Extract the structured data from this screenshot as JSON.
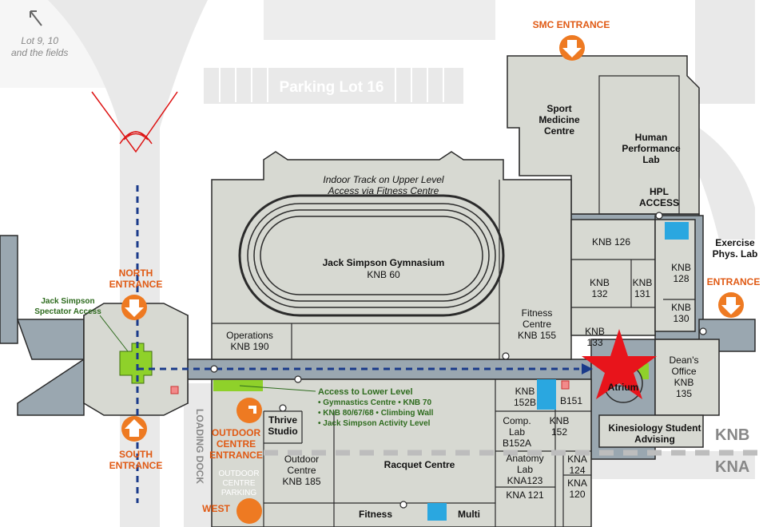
{
  "map": {
    "colors": {
      "building": "#d7d9d2",
      "building_stroke": "#2b2b2b",
      "corridor": "#9aa7b0",
      "road": "#e9e9e9",
      "orange": "#ee7a22",
      "green": "#8fd12a",
      "route": "#1a3a8a",
      "star": "#e8141b",
      "restroom": "#2aa7e0"
    },
    "directions": {
      "lot9": "Lot 9, 10\nand the fields"
    },
    "parking": {
      "lot16": "Parking Lot 16",
      "outdoor_parking": "OUTDOOR\nCENTRE\nPARKING",
      "loading_dock": "LOADING DOCK"
    },
    "entrances": {
      "smc": "SMC ENTRANCE",
      "hpl": "HPL\nACCESS",
      "east": "ENTRANCE",
      "north": "NORTH\nENTRANCE",
      "south": "SOUTH\nENTRANCE",
      "outdoor_centre": "OUTDOOR\nCENTRE\nENTRANCE",
      "west": "WEST"
    },
    "notes": {
      "spectator": "Jack Simpson\nSpectator Access",
      "lower_level_title": "Access to Lower Level",
      "lower_level_items": [
        "• Gymnastics Centre • KNB 70",
        "• KNB 80/67/68 • Climbing Wall",
        "• Jack Simpson Activity Level"
      ],
      "indoor_track": "Indoor Track on Upper Level\nAccess via Fitness Centre"
    },
    "rooms": {
      "sport_med": "Sport\nMedicine\nCentre",
      "hpl_lab": "Human\nPerformance\nLab",
      "gym": "Jack Simpson Gymnasium",
      "gym_num": "KNB 60",
      "operations": "Operations\nKNB 190",
      "fitness": "Fitness\nCentre\nKNB 155",
      "knb126": "KNB 126",
      "knb132": "KNB\n132",
      "knb131": "KNB\n131",
      "knb133": "KNB\n133",
      "knb128": "KNB\n128",
      "knb130": "KNB\n130",
      "exercise": "Exercise\nPhys. Lab",
      "deans": "Dean's\nOffice\nKNB\n135",
      "atrium": "Atrium",
      "advising": "Kinesiology Student\nAdvising",
      "knb152b": "KNB\n152B",
      "b151": "B151",
      "knb152": "KNB\n152",
      "comp_lab": "Comp.\nLab\nB152A",
      "anatomy": "Anatomy\nLab\nKNA123",
      "kna121": "KNA 121",
      "kna124": "KNA\n124",
      "kna120": "KNA\n120",
      "thrive": "Thrive\nStudio",
      "outdoor": "Outdoor\nCentre\nKNB 185",
      "racquet": "Racquet Centre",
      "fitness_bottom": "Fitness",
      "multi": "Multi",
      "knb_edge": "KNB",
      "kna_edge": "KNA"
    }
  }
}
